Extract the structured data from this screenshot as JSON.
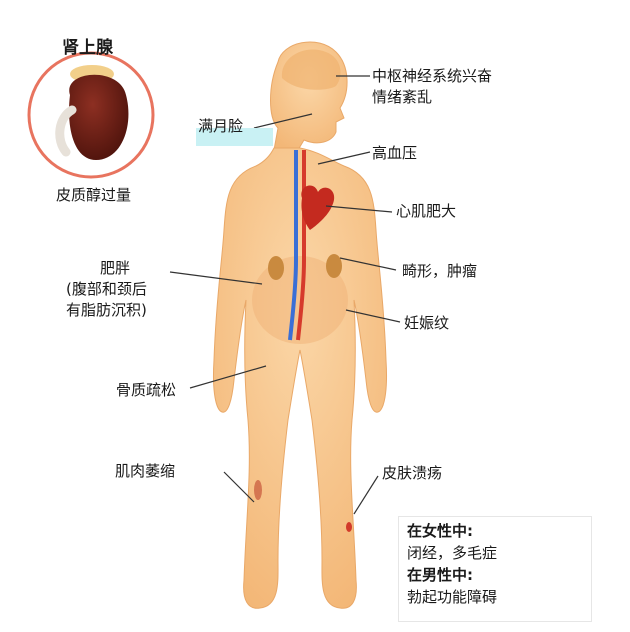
{
  "gland_title": "肾上腺",
  "gland_caption": "皮质醇过量",
  "labels": {
    "brain": [
      "中枢神经系统兴奋",
      "情绪紊乱"
    ],
    "moon_face": "满月脸",
    "hypertension": "高血压",
    "heart": "心肌肥大",
    "kidney": "畸形，肿瘤",
    "obesity": [
      "肥胖",
      "(腹部和颈后",
      "有脂肪沉积)"
    ],
    "striae": "妊娠纹",
    "osteoporosis": "骨质疏松",
    "muscle": "肌肉萎缩",
    "ulcer": "皮肤溃疡"
  },
  "note": {
    "female_heading": "在女性中:",
    "female_text": "闭经，多毛症",
    "male_heading": "在男性中:",
    "male_text": "勃起功能障碍"
  },
  "colors": {
    "skin": "#f7c48c",
    "skin_shadow": "#e9a868",
    "highlight": "#c9f1f4",
    "gland_ring": "#e8745f",
    "kidney": "#6b1e14",
    "artery": "#d63a2c",
    "vein": "#3a6fd6"
  }
}
